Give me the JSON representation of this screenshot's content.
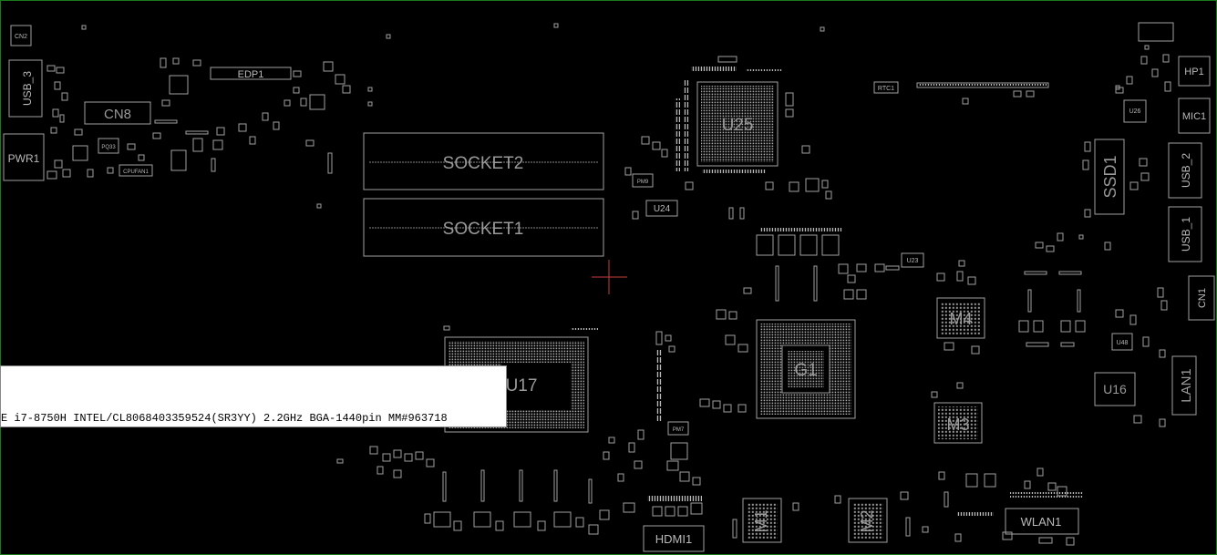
{
  "components": {
    "cn2": "CN2",
    "usb3": "USB_3",
    "cn8": "CN8",
    "pwr1": "PWR1",
    "edp1": "EDP1",
    "socket2": "SOCKET2",
    "socket1": "SOCKET1",
    "u25": "U25",
    "u24": "U24",
    "u23": "U23",
    "rtc1": "RTC1",
    "g1": "G1",
    "u17": "U17",
    "m4": "M4",
    "m3": "M3",
    "m1": "M1",
    "m2": "M2",
    "hdmi1": "HDMI1",
    "wlan1": "WLAN1",
    "hp1": "HP1",
    "mic1": "MIC1",
    "u26": "U26",
    "ssd1": "SSD1",
    "usb2": "USB_2",
    "usb1": "USB_1",
    "cn1": "CN1",
    "u16": "U16",
    "lan1": "LAN1",
    "u48": "U48",
    "pm7": "PM7",
    "pm9": "PM9",
    "pq33": "PQ33",
    "cpufan1": "CPUFAN1"
  },
  "tooltip": {
    "text": "E i7-8750H INTEL/CL8068403359524(SR3YY) 2.2GHz BGA-1440pin  MM#963718"
  },
  "colors": {
    "background": "#000000",
    "outline": "#9a9a9a",
    "label": "#b9b9b9",
    "cursor": "#c83c3c",
    "border": "#1a7a1a"
  }
}
